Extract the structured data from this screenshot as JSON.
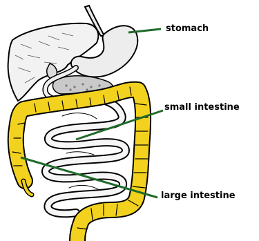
{
  "labels": {
    "stomach": "stomach",
    "small_intestine": "small intestine",
    "large_intestine": "large intestine"
  },
  "colors": {
    "large_intestine_fill": "#f2d21e",
    "leader_line": "#1f6b2a",
    "outline": "#000000",
    "organ_fill": "#f4f4f4"
  }
}
